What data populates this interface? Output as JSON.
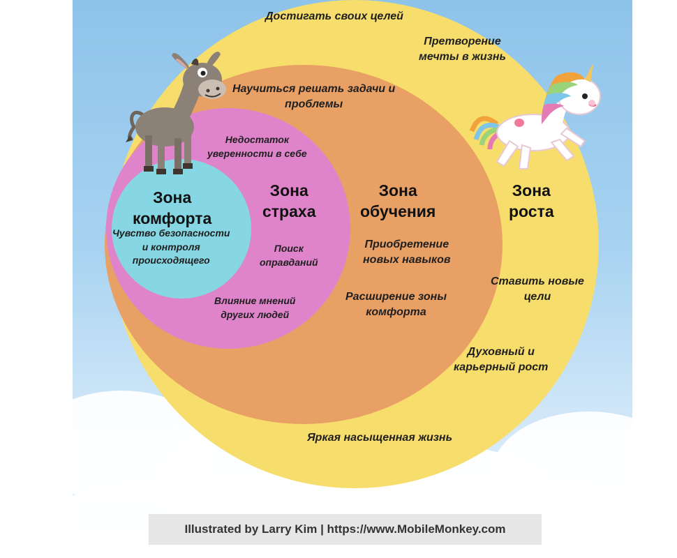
{
  "zones": {
    "comfort": {
      "title": [
        "Зона",
        "комфорта"
      ],
      "items": [
        [
          "Чувство безопасности",
          "и контроля",
          "происходящего"
        ]
      ]
    },
    "fear": {
      "title": [
        "Зона",
        "страха"
      ],
      "items": [
        [
          "Недостаток",
          "уверенности в себе"
        ],
        [
          "Поиск",
          "оправданий"
        ],
        [
          "Влияние мнений",
          "других людей"
        ]
      ]
    },
    "learning": {
      "title": [
        "Зона",
        "обучения"
      ],
      "items": [
        [
          "Научиться решать задачи и",
          "проблемы"
        ],
        [
          "Приобретение",
          "новых навыков"
        ],
        [
          "Расширение зоны",
          "комфорта"
        ]
      ]
    },
    "growth": {
      "title": [
        "Зона",
        "роста"
      ],
      "items": [
        [
          "Достигать своих целей"
        ],
        [
          "Претворение",
          "мечты в жизнь"
        ],
        [
          "Ставить новые",
          "цели"
        ],
        [
          "Духовный и",
          "карьерный рост"
        ],
        [
          "Яркая насыщенная жизнь"
        ]
      ]
    }
  },
  "credit": "Illustrated by Larry Kim | https://www.MobileMonkey.com",
  "colors": {
    "growth": "#f7dd6c",
    "learning": "#e9a065",
    "fear": "#df84cb",
    "comfort": "#86d6e3",
    "sky": "#a7d3f1"
  },
  "illustrations": [
    "donkey",
    "unicorn"
  ]
}
